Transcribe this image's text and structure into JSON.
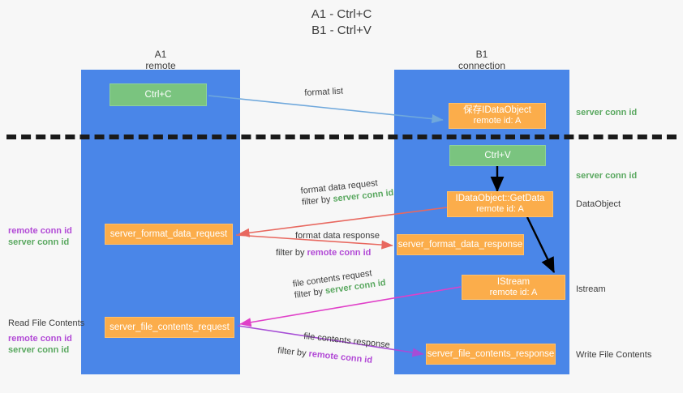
{
  "title": {
    "line1": "A1 - Ctrl+C",
    "line2": "B1 - Ctrl+V"
  },
  "lanes": [
    {
      "id": "a1",
      "name": "A1",
      "sub": "remote",
      "color": "#4a86e8"
    },
    {
      "id": "b1",
      "name": "B1",
      "sub": "connection",
      "color": "#4a86e8"
    }
  ],
  "colors": {
    "lane": "#4a86e8",
    "green_box": "#7ac47f",
    "orange_box": "#fbad4b",
    "server_conn": "#5aa860",
    "remote_conn": "#b24ad6",
    "divider": "#1a1a1a",
    "arrow_blue": "#6fa8dc",
    "arrow_red": "#e8685f",
    "arrow_magenta": "#e040c8",
    "arrow_purple": "#a64dd6",
    "arrow_black": "#000000",
    "background": "#f7f7f7"
  },
  "nodes": {
    "ctrl_c": {
      "line1": "Ctrl+C",
      "line2": ""
    },
    "save_idataobject": {
      "line1": "保存IDataObject",
      "line2": "remote id: A"
    },
    "ctrl_v": {
      "line1": "Ctrl+V",
      "line2": ""
    },
    "getdata": {
      "line1": "IDataObject::GetData",
      "line2": "remote id: A"
    },
    "format_data_request": {
      "line1": "server_format_data_request",
      "line2": ""
    },
    "format_data_response": {
      "line1": "server_format_data_response",
      "line2": ""
    },
    "istream": {
      "line1": "IStream",
      "line2": "remote id: A"
    },
    "file_contents_request": {
      "line1": "server_file_contents_request",
      "line2": ""
    },
    "file_contents_response": {
      "line1": "server_file_contents_response",
      "line2": ""
    }
  },
  "edges": {
    "format_list": {
      "label": "format list"
    },
    "format_data_request": {
      "line1": "format data request",
      "filter_prefix": "filter by ",
      "filter_tag": "server conn id"
    },
    "format_data_response": {
      "line1": "format data response",
      "filter_prefix": "filter by ",
      "filter_tag": "remote conn id"
    },
    "file_contents_request": {
      "line1": "file contents request",
      "filter_prefix": "filter by ",
      "filter_tag": "server conn id"
    },
    "file_contents_response": {
      "line1": "file contents response",
      "filter_prefix": "filter by ",
      "filter_tag": "remote conn id"
    }
  },
  "annotations": {
    "right_server_conn_1": "server conn id",
    "right_server_conn_2": "server conn id",
    "right_dataobject": "DataObject",
    "right_istream": "Istream",
    "right_write_file_contents": "Write File Contents",
    "left_read_file_contents": "Read File Contents",
    "left_conn_mid": {
      "remote": "remote conn id",
      "server": "server conn id"
    },
    "left_conn_low": {
      "remote": "remote conn id",
      "server": "server conn id"
    }
  }
}
